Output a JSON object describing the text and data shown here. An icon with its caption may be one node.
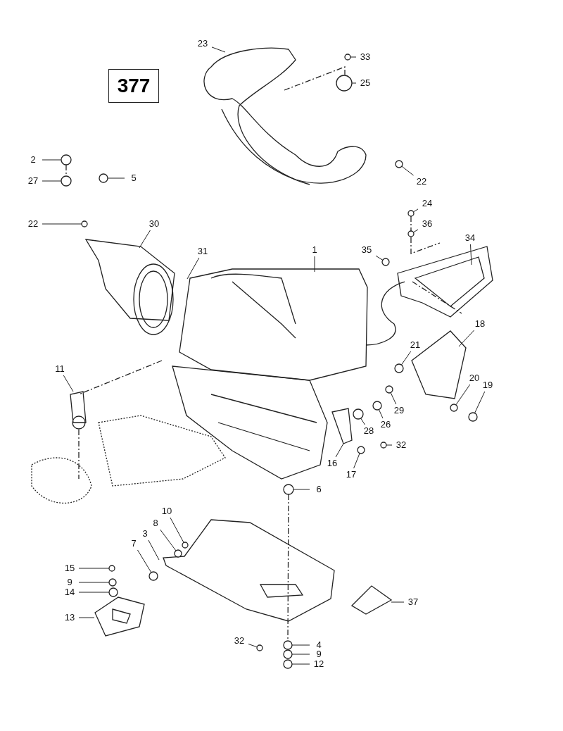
{
  "diagram": {
    "nodes": [
      {
        "text": [
          "377"
        ]
      },
      {
        "text": [
          "23"
        ]
      },
      {
        "text": [
          "33"
        ]
      },
      {
        "text": [
          "25"
        ]
      },
      {
        "text": [
          "2"
        ]
      },
      {
        "text": [
          "27"
        ]
      },
      {
        "text": [
          "5"
        ]
      },
      {
        "text": [
          "22"
        ]
      },
      {
        "text": [
          "22"
        ]
      },
      {
        "text": [
          "24"
        ]
      },
      {
        "text": [
          "36"
        ]
      },
      {
        "text": [
          "34"
        ]
      },
      {
        "text": [
          "30"
        ]
      },
      {
        "text": [
          "35"
        ]
      },
      {
        "text": [
          "31"
        ]
      },
      {
        "text": [
          "1"
        ]
      },
      {
        "text": [
          "18"
        ]
      },
      {
        "text": [
          "21"
        ]
      },
      {
        "text": [
          "11"
        ]
      },
      {
        "text": [
          "20"
        ]
      },
      {
        "text": [
          "19"
        ]
      },
      {
        "text": [
          "29"
        ]
      },
      {
        "text": [
          "26"
        ]
      },
      {
        "text": [
          "28"
        ]
      },
      {
        "text": [
          "32"
        ]
      },
      {
        "text": [
          "16"
        ]
      },
      {
        "text": [
          "17"
        ]
      },
      {
        "text": [
          "6"
        ]
      },
      {
        "text": [
          "10"
        ]
      },
      {
        "text": [
          "8"
        ]
      },
      {
        "text": [
          "3"
        ]
      },
      {
        "text": [
          "7"
        ]
      },
      {
        "text": [
          "15"
        ]
      },
      {
        "text": [
          "9"
        ]
      },
      {
        "text": [
          "14"
        ]
      },
      {
        "text": [
          "37"
        ]
      },
      {
        "text": [
          "13"
        ]
      },
      {
        "text": [
          "32"
        ]
      },
      {
        "text": [
          "4"
        ]
      },
      {
        "text": [
          "9"
        ]
      },
      {
        "text": [
          "12"
        ]
      },
      {
        "text": [],
        "shape": "circle"
      },
      {
        "text": [],
        "shape": "circle"
      },
      {
        "text": [],
        "shape": "circle"
      },
      {
        "text": [],
        "shape": "circle"
      },
      {
        "text": [],
        "shape": "circle"
      },
      {
        "text": [],
        "shape": "circle"
      },
      {
        "text": [],
        "shape": "circle"
      },
      {
        "text": [],
        "shape": "circle"
      },
      {
        "text": [],
        "shape": "circle"
      },
      {
        "text": [],
        "shape": "circle"
      },
      {
        "text": [],
        "shape": "circle"
      },
      {
        "text": [],
        "shape": "circle"
      },
      {
        "text": [],
        "shape": "circle"
      },
      {
        "text": [],
        "shape": "circle"
      },
      {
        "text": [],
        "shape": "circle"
      },
      {
        "text": [],
        "shape": "circle"
      },
      {
        "text": [],
        "shape": "circle"
      },
      {
        "text": [],
        "shape": "circle"
      },
      {
        "text": [],
        "shape": "circle"
      },
      {
        "text": [],
        "shape": "circle"
      },
      {
        "text": [],
        "shape": "circle"
      },
      {
        "text": [],
        "shape": "circle"
      },
      {
        "text": [],
        "shape": "circle"
      },
      {
        "text": [],
        "shape": "circle"
      },
      {
        "text": [],
        "shape": "circle"
      },
      {
        "text": [],
        "shape": "circle"
      },
      {
        "text": [],
        "shape": "circle"
      },
      {
        "text": [],
        "shape": "circle"
      },
      {
        "text": [],
        "shape": "circle"
      }
    ],
    "edges": [
      {
        "from": 1,
        "to": null,
        "arrow": "none"
      },
      {
        "from": 2,
        "to": 41,
        "arrow": "none"
      },
      {
        "from": 3,
        "to": 42,
        "arrow": "none"
      },
      {
        "from": 4,
        "to": 43,
        "arrow": "none"
      },
      {
        "from": 5,
        "to": 44,
        "arrow": "none"
      },
      {
        "from": 6,
        "to": 45,
        "arrow": "none"
      },
      {
        "from": 7,
        "to": 46,
        "arrow": "none"
      },
      {
        "from": 8,
        "to": 47,
        "arrow": "none"
      },
      {
        "from": 9,
        "to": 48,
        "arrow": "none"
      },
      {
        "from": 10,
        "to": 49,
        "arrow": "none"
      },
      {
        "from": 11,
        "to": null,
        "arrow": "none"
      },
      {
        "from": 12,
        "to": null,
        "arrow": "none"
      },
      {
        "from": 13,
        "to": 50,
        "arrow": "none"
      },
      {
        "from": 14,
        "to": null,
        "arrow": "none"
      },
      {
        "from": 15,
        "to": null,
        "arrow": "none"
      },
      {
        "from": 16,
        "to": null,
        "arrow": "none"
      },
      {
        "from": 17,
        "to": 51,
        "arrow": "none"
      },
      {
        "from": 18,
        "to": null,
        "arrow": "none"
      },
      {
        "from": 19,
        "to": 52,
        "arrow": "none"
      },
      {
        "from": 20,
        "to": 53,
        "arrow": "none"
      },
      {
        "from": 21,
        "to": 54,
        "arrow": "none"
      },
      {
        "from": 22,
        "to": 55,
        "arrow": "none"
      },
      {
        "from": 23,
        "to": 56,
        "arrow": "none"
      },
      {
        "from": 24,
        "to": 57,
        "arrow": "none"
      },
      {
        "from": 25,
        "to": null,
        "arrow": "none"
      },
      {
        "from": 26,
        "to": 58,
        "arrow": "none"
      },
      {
        "from": 27,
        "to": 59,
        "arrow": "none"
      },
      {
        "from": 28,
        "to": 60,
        "arrow": "none"
      },
      {
        "from": 29,
        "to": 61,
        "arrow": "none"
      },
      {
        "from": 30,
        "to": null,
        "arrow": "none"
      },
      {
        "from": 31,
        "to": 62,
        "arrow": "none"
      },
      {
        "from": 32,
        "to": 63,
        "arrow": "none"
      },
      {
        "from": 33,
        "to": 64,
        "arrow": "none"
      },
      {
        "from": 34,
        "to": 65,
        "arrow": "none"
      },
      {
        "from": 35,
        "to": null,
        "arrow": "none"
      },
      {
        "from": 36,
        "to": null,
        "arrow": "none"
      },
      {
        "from": 37,
        "to": 66,
        "arrow": "none"
      },
      {
        "from": 38,
        "to": 67,
        "arrow": "none"
      },
      {
        "from": 39,
        "to": 68,
        "arrow": "none"
      },
      {
        "from": 40,
        "to": 69,
        "arrow": "none"
      },
      {
        "from": 43,
        "to": 44,
        "arrow": "none",
        "style": "dashed"
      },
      {
        "from": 48,
        "to": 49,
        "arrow": "none",
        "style": "dashed"
      },
      {
        "from": 59,
        "to": 67,
        "arrow": "none",
        "style": "dashed"
      }
    ]
  }
}
